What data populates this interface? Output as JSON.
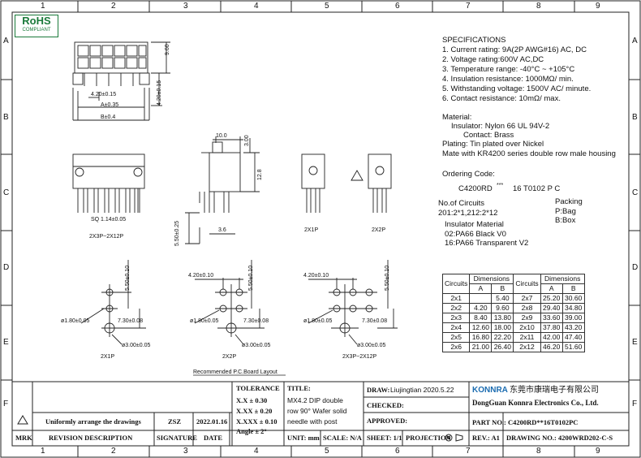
{
  "border": {
    "col_labels": [
      "1",
      "2",
      "3",
      "4",
      "5",
      "6",
      "7",
      "8",
      "9"
    ],
    "row_labels": [
      "A",
      "B",
      "C",
      "D",
      "E",
      "F"
    ]
  },
  "rohs": {
    "title": "RoHS",
    "subtitle": "COMPLIANT"
  },
  "specifications": {
    "heading": "SPECIFICATIONS",
    "lines": [
      "1. Current rating: 9A(2P AWG#16) AC, DC",
      "2. Voltage rating:600V AC,DC",
      "3. Temperature range: -40°C ~ +105°C",
      "4. Insulation resistance: 1000MΩ/ min.",
      "5. Withstanding voltage: 1500V AC/ minute.",
      "6. Contact resistance: 10mΩ/ max."
    ]
  },
  "material": {
    "lines": [
      "Material:",
      "Insulator:  Nylon 66 UL 94V-2",
      "Contact: Brass",
      "Plating: Tin plated over Nickel",
      "Mate with KR4200 series double row male housing"
    ]
  },
  "ordering": {
    "heading": "Ordering Code:",
    "code_prefix": "C4200RD",
    "code_stars": "***",
    "code_suffix": "16 T0102 P C",
    "circuits_label": "No.of  Circuits",
    "circuits_values": "201:2*1,212:2*12",
    "packing_label": "Packing",
    "packing_p": "P:Bag",
    "packing_b": "B:Box",
    "insulator_label": "Insulator Material",
    "insulator_02": "02:PA66 Black V0",
    "insulator_16": "16:PA66 Transparent V2"
  },
  "dim_table": {
    "h_circuits": "Circuits",
    "h_dimensions": "Dimensions",
    "h_a": "A",
    "h_b": "B",
    "rows": [
      [
        "2x1",
        "",
        "5.40",
        "2x7",
        "25.20",
        "30.60"
      ],
      [
        "2x2",
        "4.20",
        "9.60",
        "2x8",
        "29.40",
        "34.80"
      ],
      [
        "2x3",
        "8.40",
        "13.80",
        "2x9",
        "33.60",
        "39.00"
      ],
      [
        "2x4",
        "12.60",
        "18.00",
        "2x10",
        "37.80",
        "43.20"
      ],
      [
        "2x5",
        "16.80",
        "22.20",
        "2x11",
        "42.00",
        "47.40"
      ],
      [
        "2x6",
        "21.00",
        "26.40",
        "2x12",
        "46.20",
        "51.60"
      ]
    ]
  },
  "drawing_labels": {
    "dim_960": "9.60",
    "dim_420_015": "4.20±0.15",
    "dim_420_015v": "4.20±0.15",
    "dim_a035": "A±0.35",
    "dim_b04": "B±0.4",
    "dim_sq": "SQ  1.14±0.05",
    "front_caption": "2X3P~2X12P",
    "dim_100": "10.0",
    "dim_300": "3.00",
    "dim_128": "12.8",
    "dim_36": "3.6",
    "dim_550_025": "5.50±0.25",
    "cap_2x1p_a": "2X1P",
    "cap_2x2p_a": "2X2P",
    "pcb1_dim_v": "5.50±0.10",
    "pcb1_hole": "ø1.80±0.05",
    "pcb1_dim_730": "7.30±0.08",
    "pcb1_peg": "ø3.00±0.05",
    "pcb1_caption": "2X1P",
    "pcb2_dim_h": "4.20±0.10",
    "pcb2_dim_v": "5.50±0.10",
    "pcb2_hole": "ø1.80±0.05",
    "pcb2_dim_730": "7.30±0.08",
    "pcb2_peg": "ø3.00±0.05",
    "pcb2_caption": "2X2P",
    "pcb3_dim_h": "4.20±0.10",
    "pcb3_dim_v": "5.50±0.10",
    "pcb3_hole": "ø1.80±0.05",
    "pcb3_dim_730": "7.30±0.08",
    "pcb3_peg": "ø3.00±0.05",
    "pcb3_caption": "2X3P~2X12P",
    "recommended": "Recommended  P.C.Board  Layout"
  },
  "title_block": {
    "tolerance": "TOLERANCE",
    "tol_x": "X.X       ± 0.30",
    "tol_xx": "X.XX     ± 0.20",
    "tol_xxx": "X.XXX  ± 0.10",
    "tol_angle": "Angle  ± 2°",
    "title_label": "TITLE:",
    "title_text_1": "MX4.2 DIP double",
    "title_text_2": "row 90° Wafer solid",
    "title_text_3": "needle with post",
    "unit": "UNIT: mm",
    "scale": "SCALE: N/A",
    "draw_label": "DRAW:",
    "draw_value": "Liujingtian 2020.5.22",
    "checked": "CHECKED:",
    "approved": "APPROVED:",
    "sheet": "SHEET: 1/1",
    "projection": "PROJECTION",
    "company_logo": "KONNRA",
    "company_cn": "东莞市康瑞电子有限公司",
    "company_en": "DongGuan Konnra Electronics Co., Ltd.",
    "part_no": "PART NO.: C4200RD**16T0102PC",
    "rev": "REV.: A1",
    "drawing_no": "DRAWING NO.: 4200WRD202-C-S",
    "revision_text": "Uniformly arrange the drawings",
    "revision_sig": "ZSZ",
    "revision_date": "2022.01.16",
    "h_mark": "MRK",
    "h_revision": "REVISION DESCRIPTION",
    "h_signature": "SIGNATURE",
    "h_date": "DATE"
  }
}
